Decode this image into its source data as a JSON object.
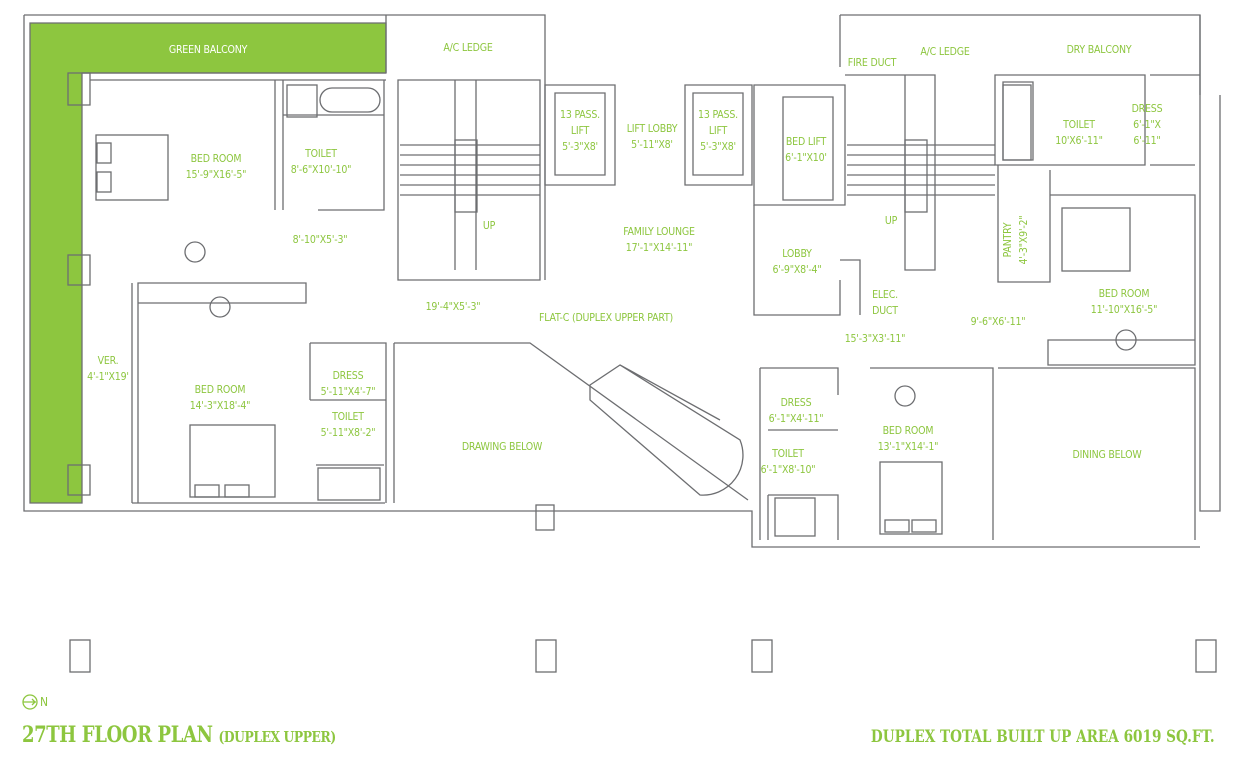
{
  "plan": {
    "title": "27TH FLOOR PLAN",
    "title_suffix": "(DUPLEX UPPER)",
    "total_area": "DUPLEX TOTAL BUILT UP AREA 6019 SQ.FT.",
    "north_label": "N",
    "flat_label": "FLAT-C (DUPLEX UPPER PART)",
    "colors": {
      "accent": "#8dc63f",
      "walls": "#6d6e71",
      "balcony_fill": "#8dc63f"
    }
  },
  "rooms": {
    "green_balcony": "GREEN BALCONY",
    "ac_ledge_left": "A/C LEDGE",
    "ac_ledge_right": "A/C LEDGE",
    "fire_duct": "FIRE DUCT",
    "dry_balcony": "DRY BALCONY",
    "bed1": {
      "name": "BED ROOM",
      "size": "15'-9\"X16'-5\""
    },
    "toilet1": {
      "name": "TOILET",
      "size": "8'-6\"X10'-10\""
    },
    "passage1": "8'-10\"X5'-3\"",
    "lift1": {
      "name": "13 PASS.",
      "name2": "LIFT",
      "size": "5'-3\"X8'"
    },
    "lift_lobby": {
      "name": "LIFT  LOBBY",
      "size": "5'-11\"X8'"
    },
    "lift2": {
      "name": "13 PASS.",
      "name2": "LIFT",
      "size": "5'-3\"X8'"
    },
    "bed_lift": {
      "name": "BED LIFT",
      "size": "6'-1\"X10'"
    },
    "up_left": "UP",
    "up_right": "UP",
    "family_lounge": {
      "name": "FAMILY LOUNGE",
      "size": "17'-1\"X14'-11\""
    },
    "toilet2": {
      "name": "TOILET",
      "size": "10'X6'-11\""
    },
    "dress2": {
      "name": "DRESS",
      "size": "6'-1\"X",
      "size2": "6'-11\""
    },
    "pantry": {
      "name": "PANTRY",
      "size": "4'-3\"X9'-2\""
    },
    "lobby": {
      "name": "LOBBY",
      "size": "6'-9\"X8'-4\""
    },
    "elec_duct": {
      "name": "ELEC.",
      "name2": "DUCT"
    },
    "bed2": {
      "name": "BED ROOM",
      "size": "11'-10\"X16'-5\""
    },
    "passage2": "19'-4\"X5'-3\"",
    "passage3": "15'-3\"X3'-11\"",
    "passage4": "9'-6\"X6'-11\"",
    "verandah": {
      "name": "VER.",
      "size": "4'-1\"X19'"
    },
    "bed3": {
      "name": "BED ROOM",
      "size": "14'-3\"X18'-4\""
    },
    "dress3": {
      "name": "DRESS",
      "size": "5'-11\"X4'-7\""
    },
    "toilet3": {
      "name": "TOILET",
      "size": "5'-11\"X8'-2\""
    },
    "drawing_below": "DRAWING BELOW",
    "dress4": {
      "name": "DRESS",
      "size": "6'-1\"X4'-11\""
    },
    "toilet4": {
      "name": "TOILET",
      "size": "6'-1\"X8'-10\""
    },
    "bed4": {
      "name": "BED ROOM",
      "size": "13'-1\"X14'-1\""
    },
    "dining_below": "DINING BELOW"
  }
}
